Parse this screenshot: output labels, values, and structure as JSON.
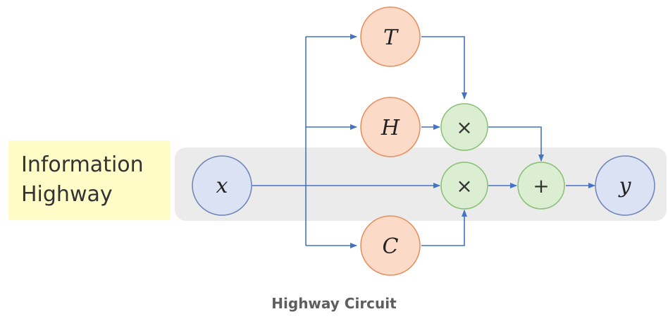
{
  "side_label": {
    "line1": "Information",
    "line2": "Highway"
  },
  "nodes": {
    "x": "x",
    "y": "y",
    "T": "T",
    "H": "H",
    "C": "C"
  },
  "operators": {
    "mul_top": "×",
    "mul_bottom": "×",
    "add": "+"
  },
  "caption": "Highway Circuit",
  "colors": {
    "io_fill": "#dae2f4",
    "io_stroke": "#6c83b8",
    "gate_fill": "#fbdac8",
    "gate_stroke": "#e58d5c",
    "op_fill": "#dbeed2",
    "op_stroke": "#88bf72",
    "arrow": "#4472c4",
    "lane": "#ebebeb",
    "label_bg": "#fffcc7"
  }
}
